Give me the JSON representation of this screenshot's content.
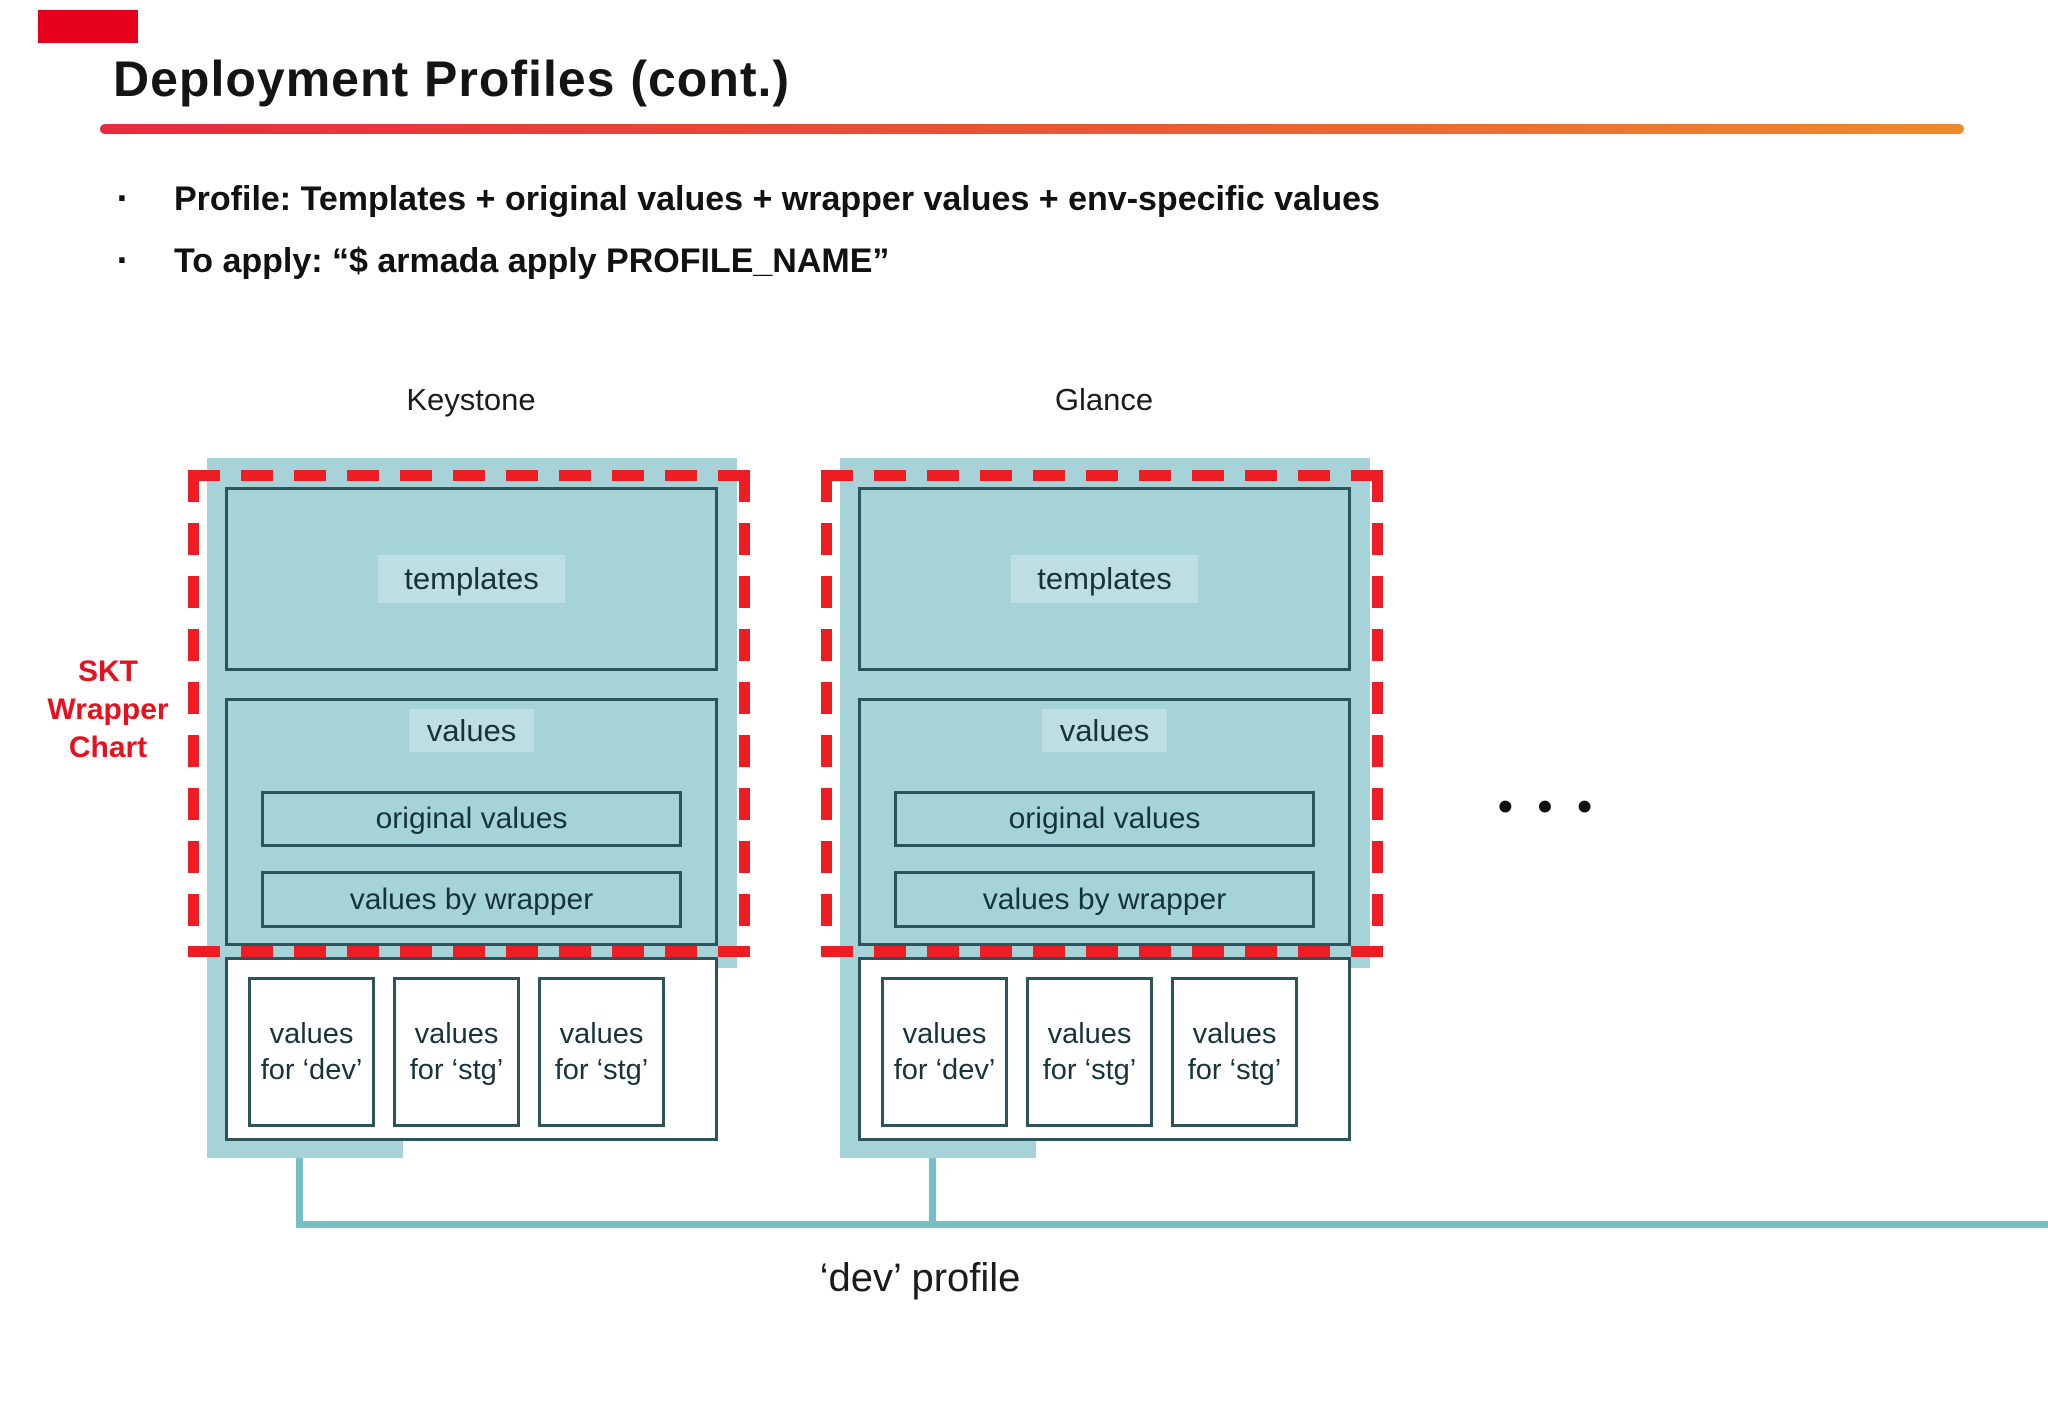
{
  "slide": {
    "title": "Deployment Profiles (cont.)",
    "bullet_glyph": "·",
    "bullets": [
      "Profile: Templates + original values + wrapper values + env-specific values",
      "To apply: “$ armada apply PROFILE_NAME”"
    ],
    "diagram": {
      "wrapper_chart_label_lines": [
        "SKT",
        "Wrapper",
        "Chart"
      ],
      "ellipsis": "• • •",
      "profile_caption": "‘dev’ profile",
      "columns": [
        {
          "name": "Keystone",
          "templates": "templates",
          "values": "values",
          "original_values": "original values",
          "values_by_wrapper": "values by wrapper",
          "env_values": [
            "values for ‘dev’",
            "values for ‘stg’",
            "values for ‘stg’"
          ]
        },
        {
          "name": "Glance",
          "templates": "templates",
          "values": "values",
          "original_values": "original values",
          "values_by_wrapper": "values by wrapper",
          "env_values": [
            "values for ‘dev’",
            "values for ‘stg’",
            "values for ‘stg’"
          ]
        }
      ]
    },
    "colors": {
      "corner_red": "#e6001e",
      "underline_start": "#e72b3e",
      "underline_end": "#ee8a2e",
      "teal_fill": "#a6d3d8",
      "box_border": "#2b545c",
      "dash_red": "#ee1c23",
      "label_red": "#e8101c",
      "connector_teal": "#74c0c4"
    }
  }
}
